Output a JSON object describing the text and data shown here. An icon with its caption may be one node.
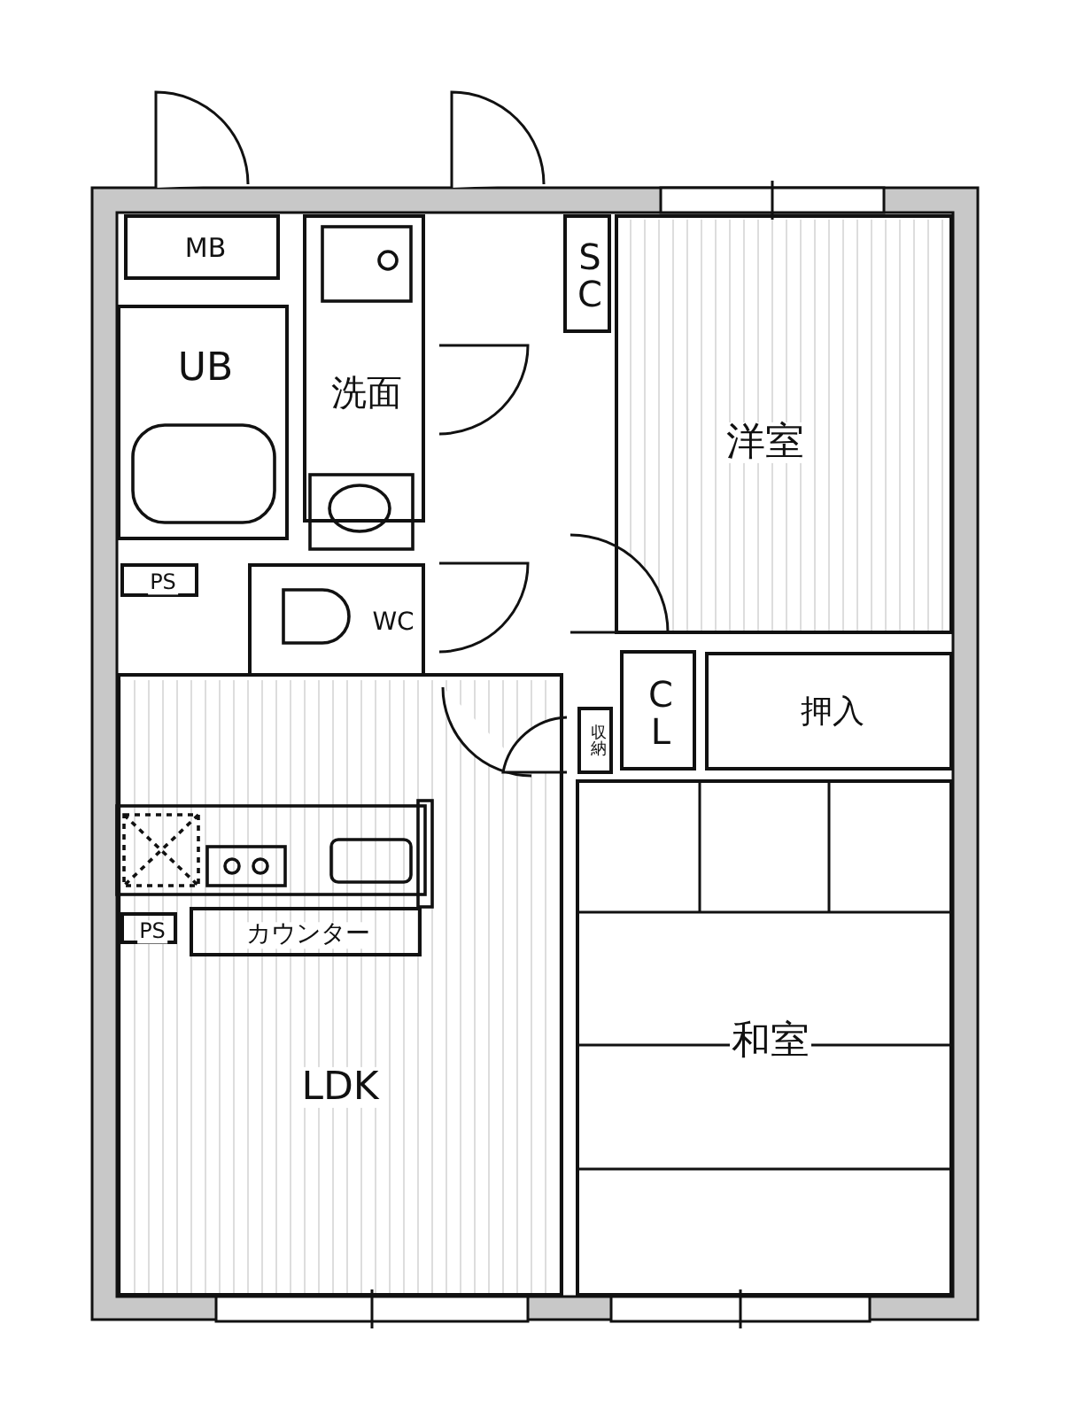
{
  "diagram": {
    "nodes": [
      {
        "text": [
          "MB"
        ]
      },
      {
        "text": [
          "SC"
        ]
      },
      {
        "text": [
          "UB"
        ]
      },
      {
        "text": [
          "洗面"
        ]
      },
      {
        "text": [
          "洋室"
        ]
      },
      {
        "text": [
          "PS"
        ]
      },
      {
        "text": [
          "WC"
        ]
      },
      {
        "text": [
          "CL"
        ]
      },
      {
        "text": [
          "押入"
        ]
      },
      {
        "text": [
          "収納"
        ]
      },
      {
        "text": [
          "PS"
        ],
        "in": 13
      },
      {
        "text": [
          "カウンター"
        ],
        "in": 13
      },
      {
        "text": [
          "和室"
        ]
      },
      {
        "text": [
          "LDK"
        ]
      }
    ]
  }
}
